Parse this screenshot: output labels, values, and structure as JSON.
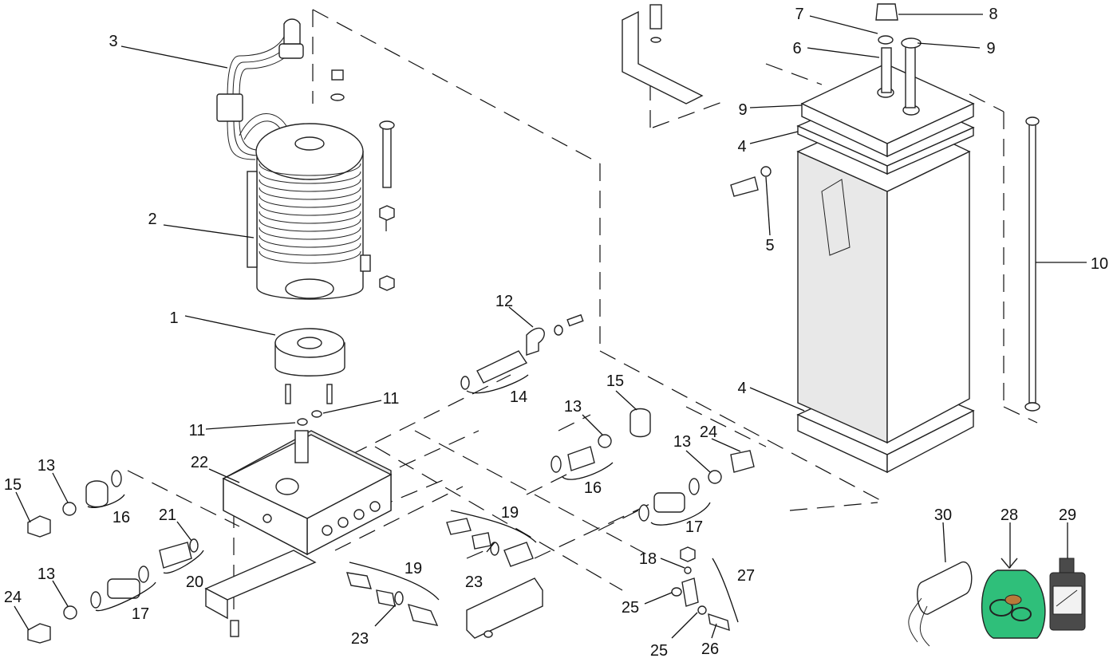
{
  "diagram": {
    "labels": [
      "1",
      "2",
      "3",
      "4",
      "4",
      "5",
      "6",
      "7",
      "8",
      "9",
      "9",
      "10",
      "11",
      "11",
      "12",
      "13",
      "13",
      "13",
      "13",
      "14",
      "15",
      "15",
      "16",
      "16",
      "17",
      "17",
      "18",
      "19",
      "19",
      "20",
      "21",
      "22",
      "23",
      "23",
      "24",
      "24",
      "25",
      "25",
      "26",
      "27",
      "28",
      "29",
      "30"
    ]
  },
  "colors": {
    "line": "#111111",
    "bag_fill": "#2fbf7a",
    "bottle_fill": "#4a4a4a"
  }
}
